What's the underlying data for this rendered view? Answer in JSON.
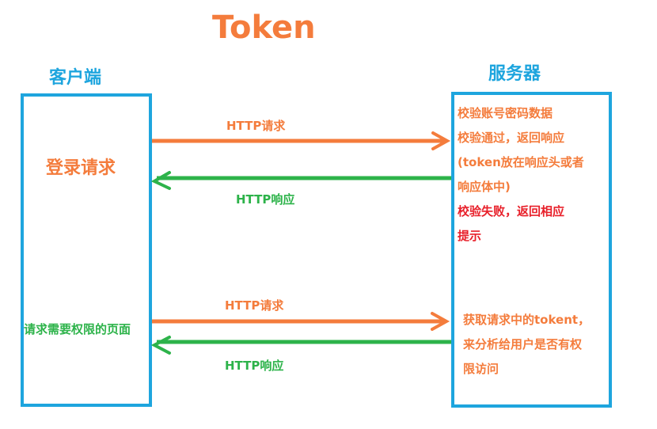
{
  "title": "Token",
  "client": {
    "heading": "客户端",
    "login_label": "登录请求",
    "protected_label": "请求需要权限的页面"
  },
  "server": {
    "heading": "服务器",
    "block1": {
      "line1": "校验账号密码数据",
      "line2": "校验通过，返回响应",
      "line3": "(token放在响应头或者",
      "line4": "响应体中)",
      "line5": "校验失败，返回相应",
      "line6": "提示"
    },
    "block2": {
      "line1": "获取请求中的tokent，",
      "line2": "来分析给用户是否有权",
      "line3": "限访问"
    }
  },
  "arrows": {
    "request1": "HTTP请求",
    "response1": "HTTP响应",
    "request2": "HTTP请求",
    "response2": "HTTP响应"
  },
  "colors": {
    "orange": "#f47c3c",
    "green": "#2db34a",
    "blue": "#1ea5de",
    "red": "#e8202a"
  }
}
